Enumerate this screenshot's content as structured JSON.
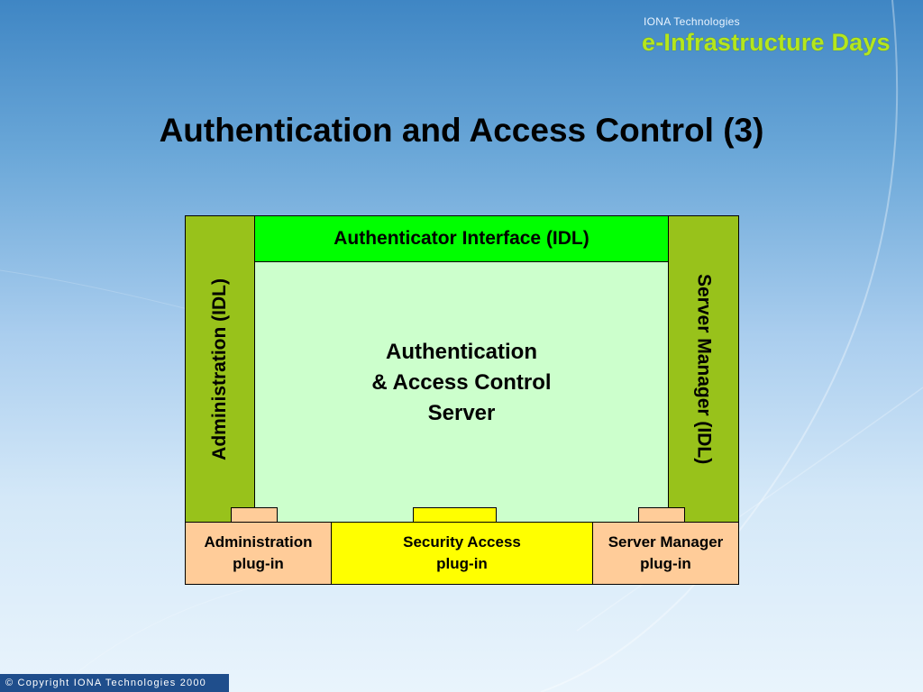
{
  "brand": {
    "company": "IONA Technologies",
    "event": "e-Infrastructure Days"
  },
  "title": "Authentication and Access Control (3)",
  "diagram": {
    "authenticator_interface": "Authenticator Interface (IDL)",
    "administration_idl": "Administration (IDL)",
    "server_manager_idl": "Server Manager (IDL)",
    "server": {
      "line1": "Authentication",
      "line2": "& Access Control",
      "line3": "Server"
    },
    "admin_plugin": {
      "line1": "Administration",
      "line2": "plug-in"
    },
    "security_plugin": {
      "line1": "Security Access",
      "line2": "plug-in"
    },
    "server_manager_plugin": {
      "line1": "Server Manager",
      "line2": "plug-in"
    },
    "colors": {
      "green_bar": "#00ff00",
      "side_green": "#98c21b",
      "server_bg": "#ccffcc",
      "peach": "#ffcc99",
      "yellow": "#ffff00"
    }
  },
  "footer": "© Copyright IONA Technologies 2000"
}
